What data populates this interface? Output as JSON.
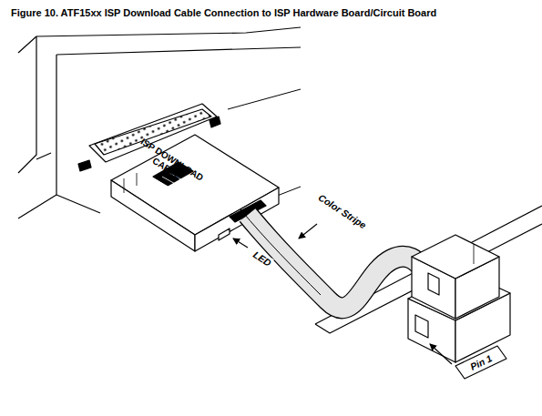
{
  "diagram": {
    "title": "Figure 10. ATF15xx ISP Download Cable Connection to ISP Hardware Board/Circuit Board",
    "labels": [
      "ISP DOWNLOAD CABLE",
      "Color Stripe",
      "LED",
      "Pin 1"
    ]
  }
}
